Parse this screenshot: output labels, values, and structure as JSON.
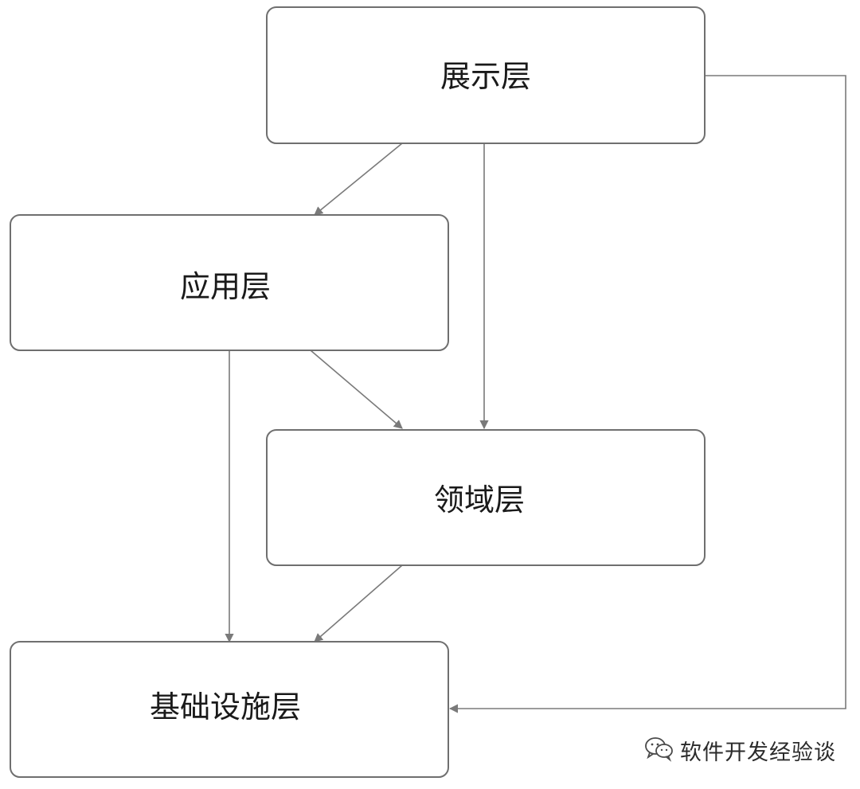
{
  "diagram": {
    "nodes": {
      "presentation": {
        "label": "展示层"
      },
      "application": {
        "label": "应用层"
      },
      "domain": {
        "label": "领域层"
      },
      "infrastructure": {
        "label": "基础设施层"
      }
    },
    "edges": [
      {
        "from": "presentation",
        "to": "application"
      },
      {
        "from": "presentation",
        "to": "domain"
      },
      {
        "from": "presentation",
        "to": "infrastructure"
      },
      {
        "from": "application",
        "to": "domain"
      },
      {
        "from": "application",
        "to": "infrastructure"
      },
      {
        "from": "domain",
        "to": "infrastructure"
      }
    ],
    "colors": {
      "box_stroke": "#6f6f6f",
      "edge": "#7a7a7a",
      "text": "#1a1a1a"
    }
  },
  "watermark": {
    "icon": "wechat-icon",
    "text": "软件开发经验谈"
  }
}
